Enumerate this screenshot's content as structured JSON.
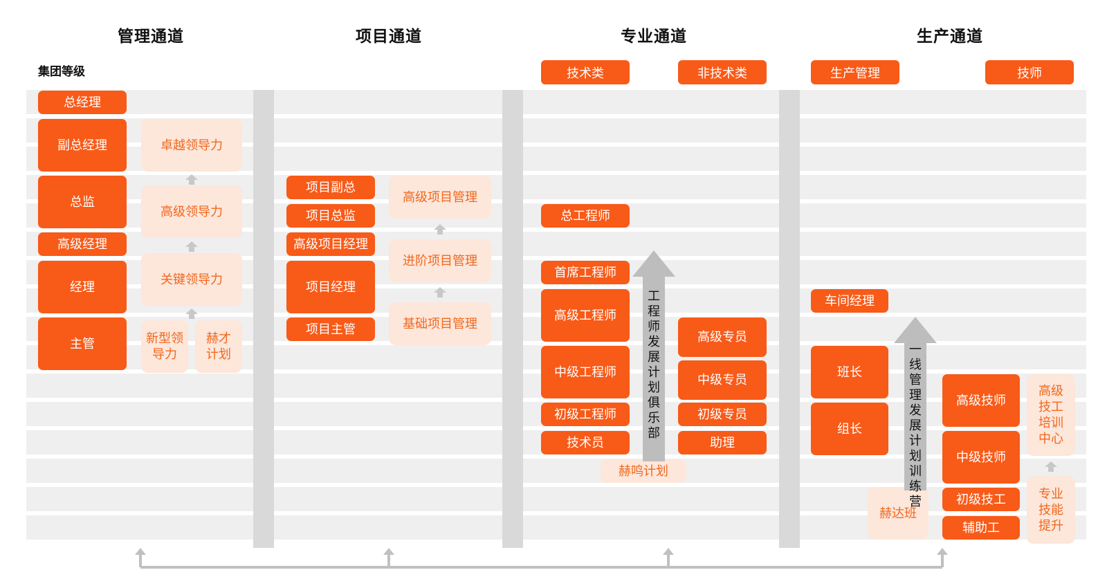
{
  "headers": {
    "management": "管理通道",
    "project": "项目通道",
    "professional": "专业通道",
    "production": "生产通道"
  },
  "group_level_label": "集团等级",
  "category_tags": {
    "technical": "技术类",
    "non_technical": "非技术类",
    "production_mgmt": "生产管理",
    "technician": "技师"
  },
  "management": {
    "levels": {
      "gm": "总经理",
      "deputy_gm": "副总经理",
      "director": "总监",
      "senior_manager": "高级经理",
      "manager": "经理",
      "supervisor": "主管"
    },
    "programs": {
      "excellent": "卓越领导力",
      "senior": "高级领导力",
      "key": "关键领导力",
      "new": "新型领导力",
      "hecai": "赫才计划"
    }
  },
  "project": {
    "levels": {
      "deputy_gm": "项目副总",
      "director": "项目总监",
      "senior_pm": "高级项目经理",
      "pm": "项目经理",
      "supervisor": "项目主管"
    },
    "programs": {
      "senior": "高级项目管理",
      "advanced": "进阶项目管理",
      "basic": "基础项目管理"
    }
  },
  "professional": {
    "technical": {
      "chief": "总工程师",
      "principal": "首席工程师",
      "senior": "高级工程师",
      "mid": "中级工程师",
      "junior": "初级工程师",
      "technician": "技术员"
    },
    "non_technical": {
      "senior": "高级专员",
      "mid": "中级专员",
      "junior": "初级专员",
      "assistant": "助理"
    },
    "club_label": "工程师发展计划俱乐部",
    "heming": "赫鸣计划"
  },
  "production": {
    "management": {
      "workshop_manager": "车间经理",
      "team_leader": "班长",
      "group_leader": "组长"
    },
    "technician": {
      "senior": "高级技师",
      "mid": "中级技师",
      "junior": "初级技工",
      "aux": "辅助工"
    },
    "camp_label": "一线管理发展计划训练营",
    "heda": "赫达班",
    "training_center": "高级技工培训中心",
    "skill_upgrade": "专业技能提升"
  },
  "colors": {
    "accent": "#f85a18",
    "soft_fill": "#fde6da",
    "soft_text": "#f0681e",
    "band": "#efefef",
    "gap": "#d9d9d9",
    "arrow": "#bdbdbd"
  }
}
